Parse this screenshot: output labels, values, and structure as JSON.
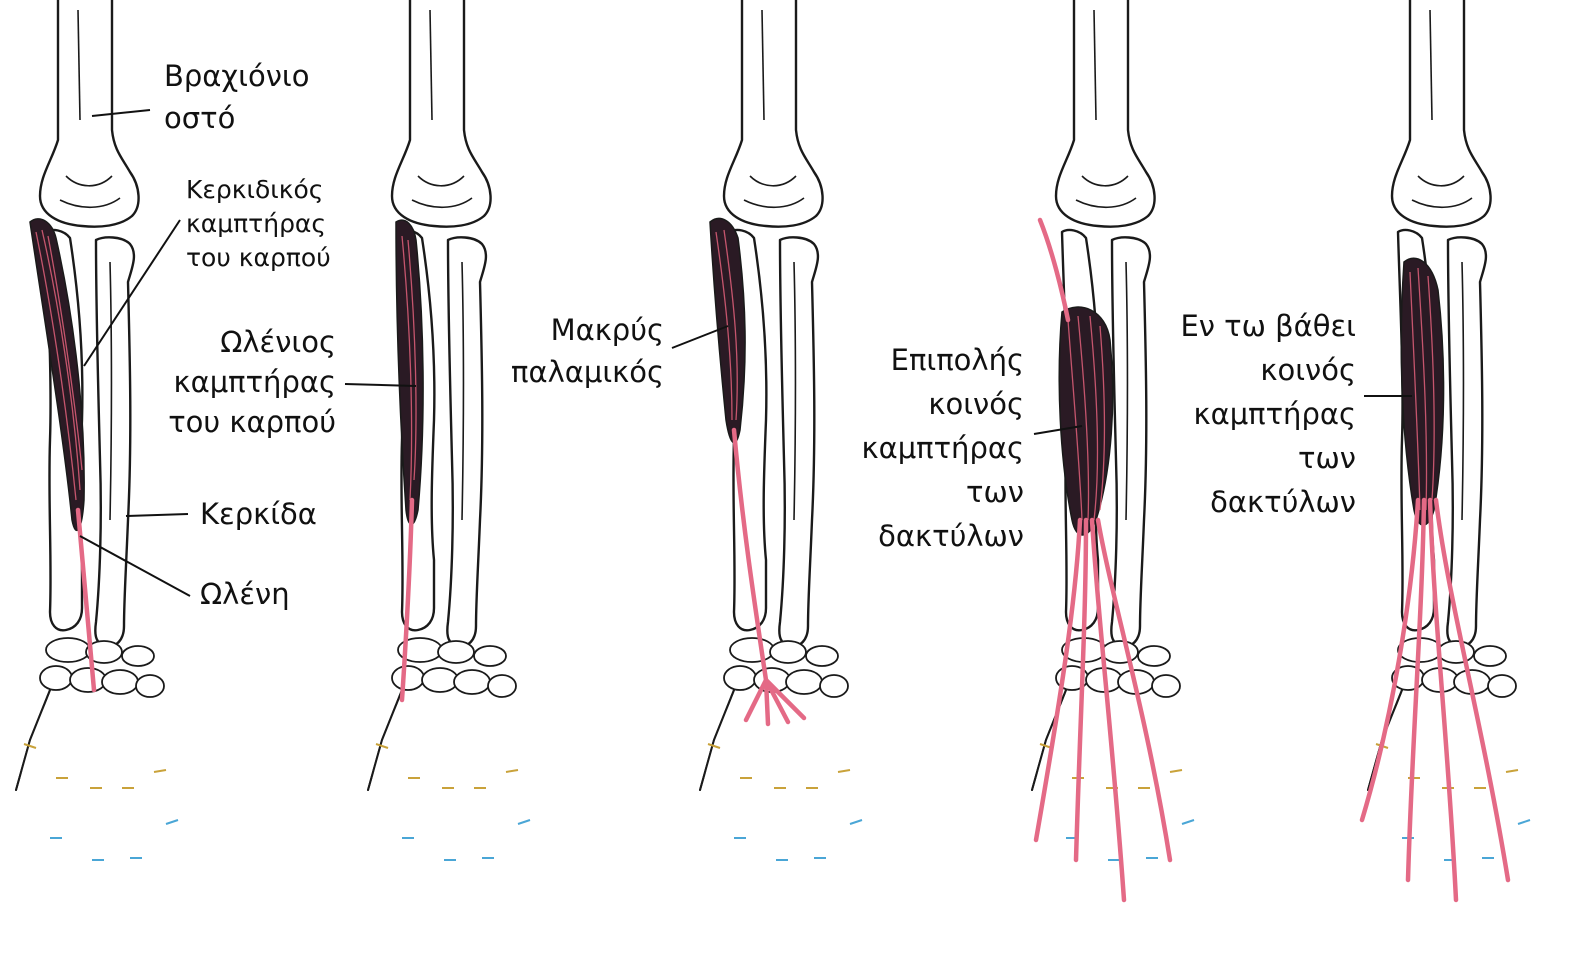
{
  "labels": {
    "brachio_1": "Βραχιόνιο",
    "brachio_2": "οστό",
    "fcr_1": "Κερκιδικός",
    "fcr_2": "καμπτήρας",
    "fcr_3": "του καρπού",
    "fcu_1": "Ωλένιος",
    "fcu_2": "καμπτήρας",
    "fcu_3": "του καρπού",
    "radius": "Κερκίδα",
    "ulna": "Ωλένη",
    "pl_1": "Μακρύς",
    "pl_2": "παλαμικός",
    "fds_1": "Επιπολής",
    "fds_2": "κοινός",
    "fds_3": "καμπτήρας",
    "fds_4": "των",
    "fds_5": "δακτύλων",
    "fdp_1": "Εν τω βάθει",
    "fdp_2": "κοινός",
    "fdp_3": "καμπτήρας",
    "fdp_4": "των",
    "fdp_5": "δακτύλων"
  },
  "colors": {
    "bone_outline": "#1a1a1a",
    "muscle_dark": "#2a1a24",
    "muscle_fiber": "#e0607a",
    "tendon": "#e46a86",
    "joint_yellow": "#c9a23a",
    "joint_blue": "#4aa6d6"
  }
}
